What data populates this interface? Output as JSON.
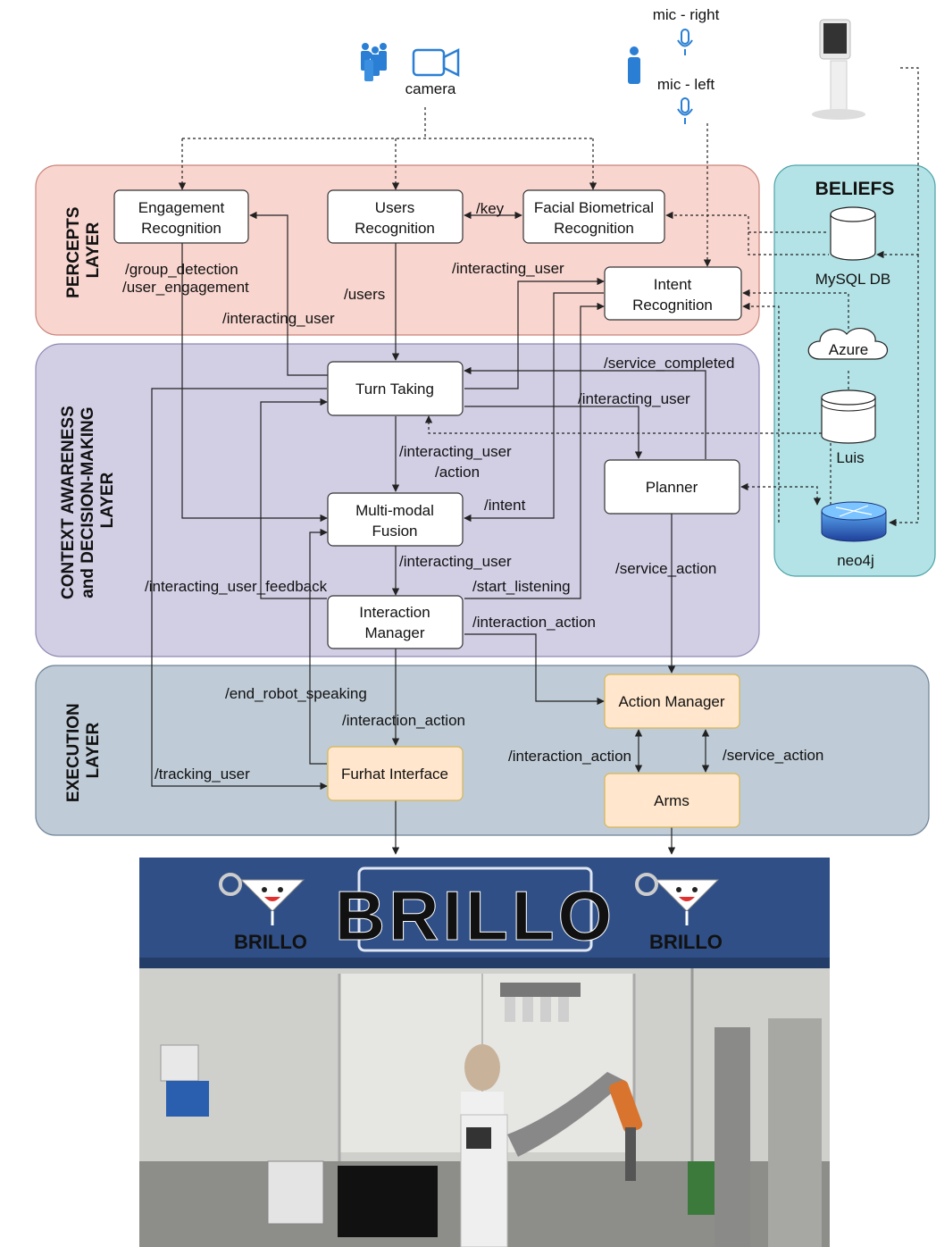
{
  "colors": {
    "percepts_fill": "#f9d5cf",
    "percepts_stroke": "#c9857b",
    "context_fill": "#d2cfe5",
    "context_stroke": "#8e89b5",
    "execution_fill": "#bfcbd6",
    "execution_stroke": "#6f8497",
    "beliefs_fill": "#b3e3e6",
    "beliefs_stroke": "#4fa3a9",
    "exec_box_fill": "#ffe6cc",
    "exec_box_stroke": "#d6b656",
    "icon_blue": "#2a7fd4"
  },
  "layers": {
    "percepts": [
      "PERCEPTS",
      "LAYER"
    ],
    "context": [
      "CONTEXT AWARENESS",
      "and DECISION-MAKING",
      "LAYER"
    ],
    "execution": [
      "EXECUTION",
      "LAYER"
    ],
    "beliefs": "BELIEFS"
  },
  "sensors": {
    "camera": "camera",
    "mic_right": "mic - right",
    "mic_left": "mic - left"
  },
  "nodes": {
    "engagement": [
      "Engagement",
      "Recognition"
    ],
    "users": [
      "Users",
      "Recognition"
    ],
    "facial": [
      "Facial Biometrical",
      "Recognition"
    ],
    "intent": [
      "Intent",
      "Recognition"
    ],
    "turn": [
      "Turn Taking"
    ],
    "fusion": [
      "Multi-modal",
      "Fusion"
    ],
    "planner": [
      "Planner"
    ],
    "interaction": [
      "Interaction",
      "Manager"
    ],
    "action": [
      "Action Manager"
    ],
    "furhat": [
      "Furhat Interface"
    ],
    "arms": [
      "Arms"
    ]
  },
  "beliefs": {
    "mysql": "MySQL DB",
    "azure": "Azure",
    "luis": "Luis",
    "neo4j": "neo4j"
  },
  "edge_labels": {
    "key": "/key",
    "group_detection": "/group_detection",
    "user_engagement": "/user_engagement",
    "users": "/users",
    "interacting_user_1": "/interacting_user",
    "interacting_user_2": "/interacting_user",
    "service_completed": "/service_completed",
    "interacting_user_3": "/interacting_user",
    "interacting_user_action": [
      "/interacting_user",
      "/action"
    ],
    "intent": "/intent",
    "interacting_user_4": "/interacting_user",
    "interacting_user_feedback": "/interacting_user_feedback",
    "start_listening": "/start_listening",
    "service_action_1": "/service_action",
    "interaction_action_1": "/interaction_action",
    "end_robot_speaking": "/end_robot_speaking",
    "interaction_action_2": "/interaction_action",
    "interaction_action_3": "/interaction_action",
    "service_action_2": "/service_action",
    "tracking_user": "/tracking_user"
  },
  "photo": {
    "sign": "BRILLO",
    "logo_left": "BRILLO",
    "logo_right": "BRILLO"
  }
}
